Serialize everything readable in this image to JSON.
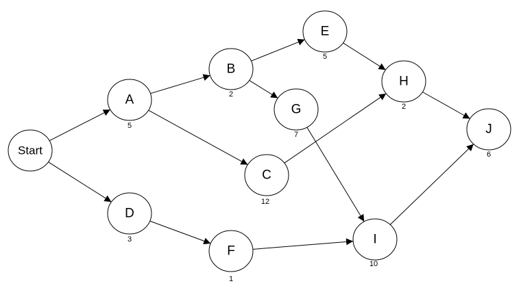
{
  "nodes": [
    {
      "id": "Start",
      "label": "Start",
      "duration": ""
    },
    {
      "id": "A",
      "label": "A",
      "duration": "5"
    },
    {
      "id": "B",
      "label": "B",
      "duration": "2"
    },
    {
      "id": "C",
      "label": "C",
      "duration": "12"
    },
    {
      "id": "D",
      "label": "D",
      "duration": "3"
    },
    {
      "id": "E",
      "label": "E",
      "duration": "5"
    },
    {
      "id": "F",
      "label": "F",
      "duration": "1"
    },
    {
      "id": "G",
      "label": "G",
      "duration": "7"
    },
    {
      "id": "H",
      "label": "H",
      "duration": "2"
    },
    {
      "id": "I",
      "label": "I",
      "duration": "10"
    },
    {
      "id": "J",
      "label": "J",
      "duration": "6"
    }
  ],
  "edges": [
    {
      "from": "Start",
      "to": "A"
    },
    {
      "from": "Start",
      "to": "D"
    },
    {
      "from": "A",
      "to": "B"
    },
    {
      "from": "A",
      "to": "C"
    },
    {
      "from": "B",
      "to": "E"
    },
    {
      "from": "B",
      "to": "G"
    },
    {
      "from": "E",
      "to": "H"
    },
    {
      "from": "C",
      "to": "H"
    },
    {
      "from": "G",
      "to": "I"
    },
    {
      "from": "D",
      "to": "F"
    },
    {
      "from": "F",
      "to": "I"
    },
    {
      "from": "H",
      "to": "J"
    },
    {
      "from": "I",
      "to": "J"
    }
  ],
  "colors": {
    "stroke": "#000000",
    "node_fill": "#ffffff",
    "background": "#ffffff"
  }
}
